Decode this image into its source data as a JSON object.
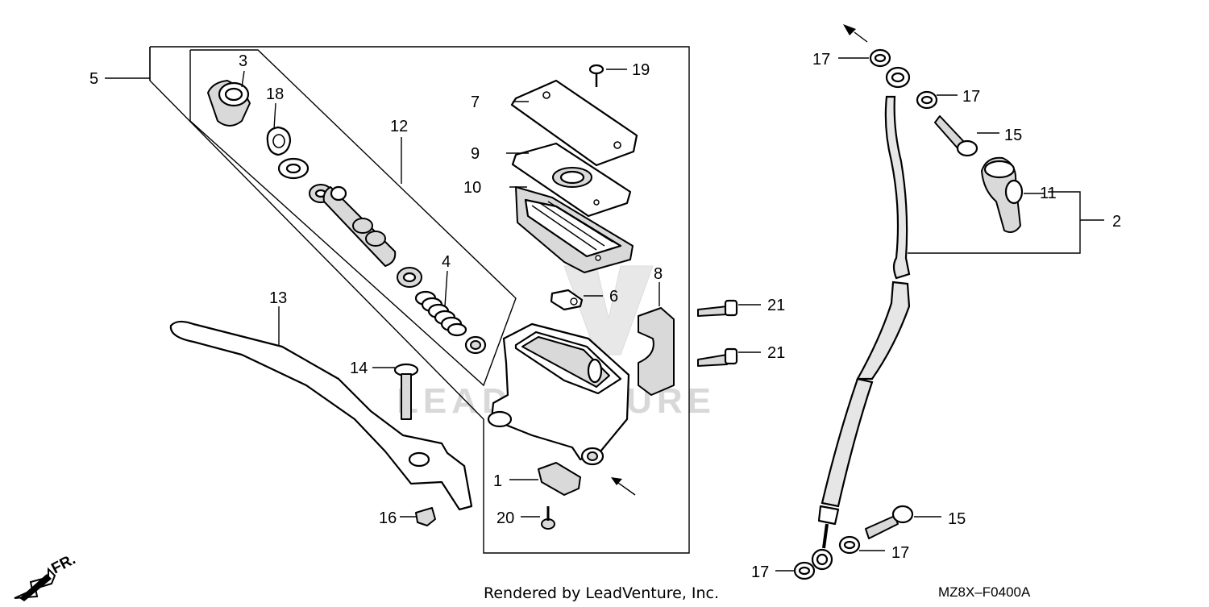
{
  "watermark": "LEADVENTURE",
  "footer": {
    "rendered_by": "Rendered by LeadVenture, Inc.",
    "diagram_code": "MZ8X–F0400A"
  },
  "direction_label": "FR.",
  "callouts": {
    "c1": "1",
    "c2": "2",
    "c3": "3",
    "c4": "4",
    "c5": "5",
    "c6": "6",
    "c7": "7",
    "c8": "8",
    "c9": "9",
    "c10": "10",
    "c11": "11",
    "c12": "12",
    "c13": "13",
    "c14": "14",
    "c15a": "15",
    "c15b": "15",
    "c16": "16",
    "c17a": "17",
    "c17b": "17",
    "c17c": "17",
    "c17d": "17",
    "c18": "18",
    "c19": "19",
    "c20": "20",
    "c21a": "21",
    "c21b": "21"
  }
}
